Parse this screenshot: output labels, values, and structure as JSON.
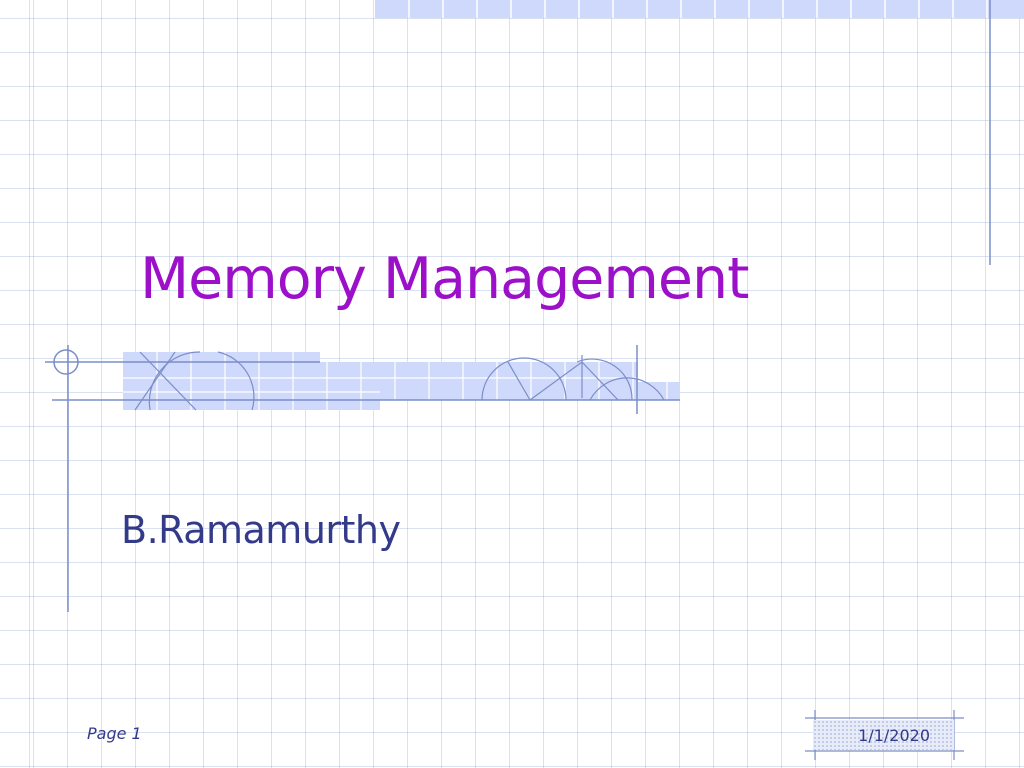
{
  "slide": {
    "title": "Memory Management",
    "subtitle": "B.Ramamurthy",
    "footer": {
      "page": "Page 1",
      "date": "1/1/2020"
    }
  },
  "theme": {
    "title_color": "#9b10c8",
    "text_color": "#333a8a",
    "accent_blue": "#cfd9fb",
    "line_color": "#7c8ec8"
  }
}
